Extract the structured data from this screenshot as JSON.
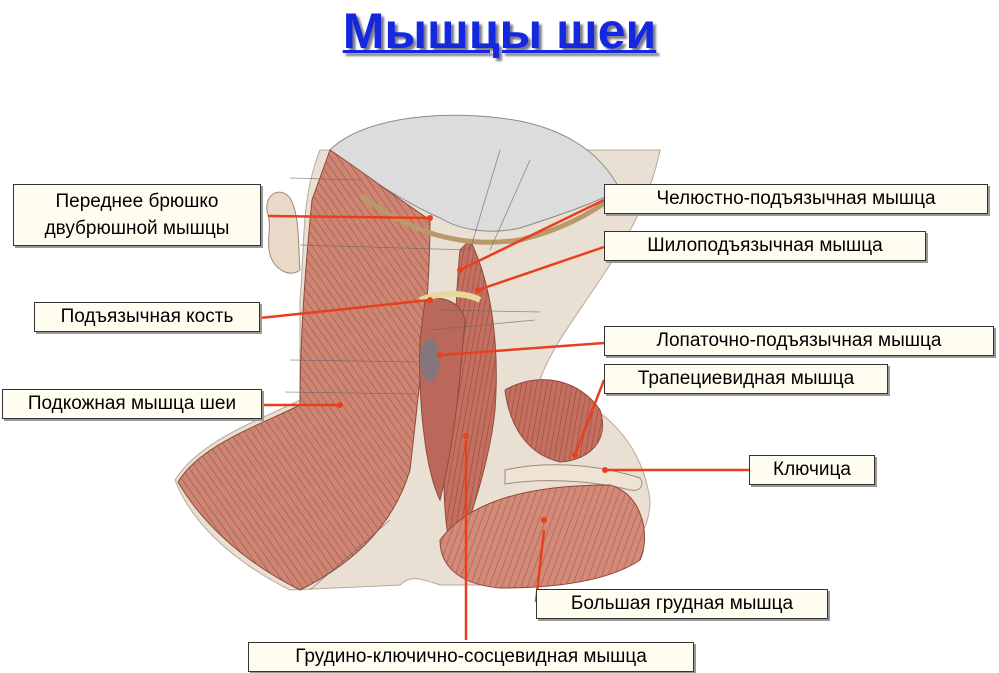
{
  "title": "Мышцы шеи",
  "labels": {
    "anterior_belly_line1": "Переднее брюшко",
    "anterior_belly_line2": "двубрюшной мышцы",
    "hyoid_bone": "Подъязычная кость",
    "platysma": "Подкожная мышца шеи",
    "mylohyoid": "Челюстно-подъязычная мышца",
    "stylohyoid": "Шилоподъязычная мышца",
    "omohyoid": "Лопаточно-подъязычная мышца",
    "trapezius": "Трапециевидная мышца",
    "clavicle": "Ключица",
    "pectoralis_major": "Большая грудная мышца",
    "sternocleidomastoid": "Грудино-ключично-сосцевидная мышца"
  },
  "colors": {
    "title": "#1428e0",
    "leader_line": "#e8401e",
    "muscle": "#c97a6a",
    "muscle_dark": "#a9503f",
    "skin": "#e8ddd0",
    "bone": "#e6e6e6"
  }
}
